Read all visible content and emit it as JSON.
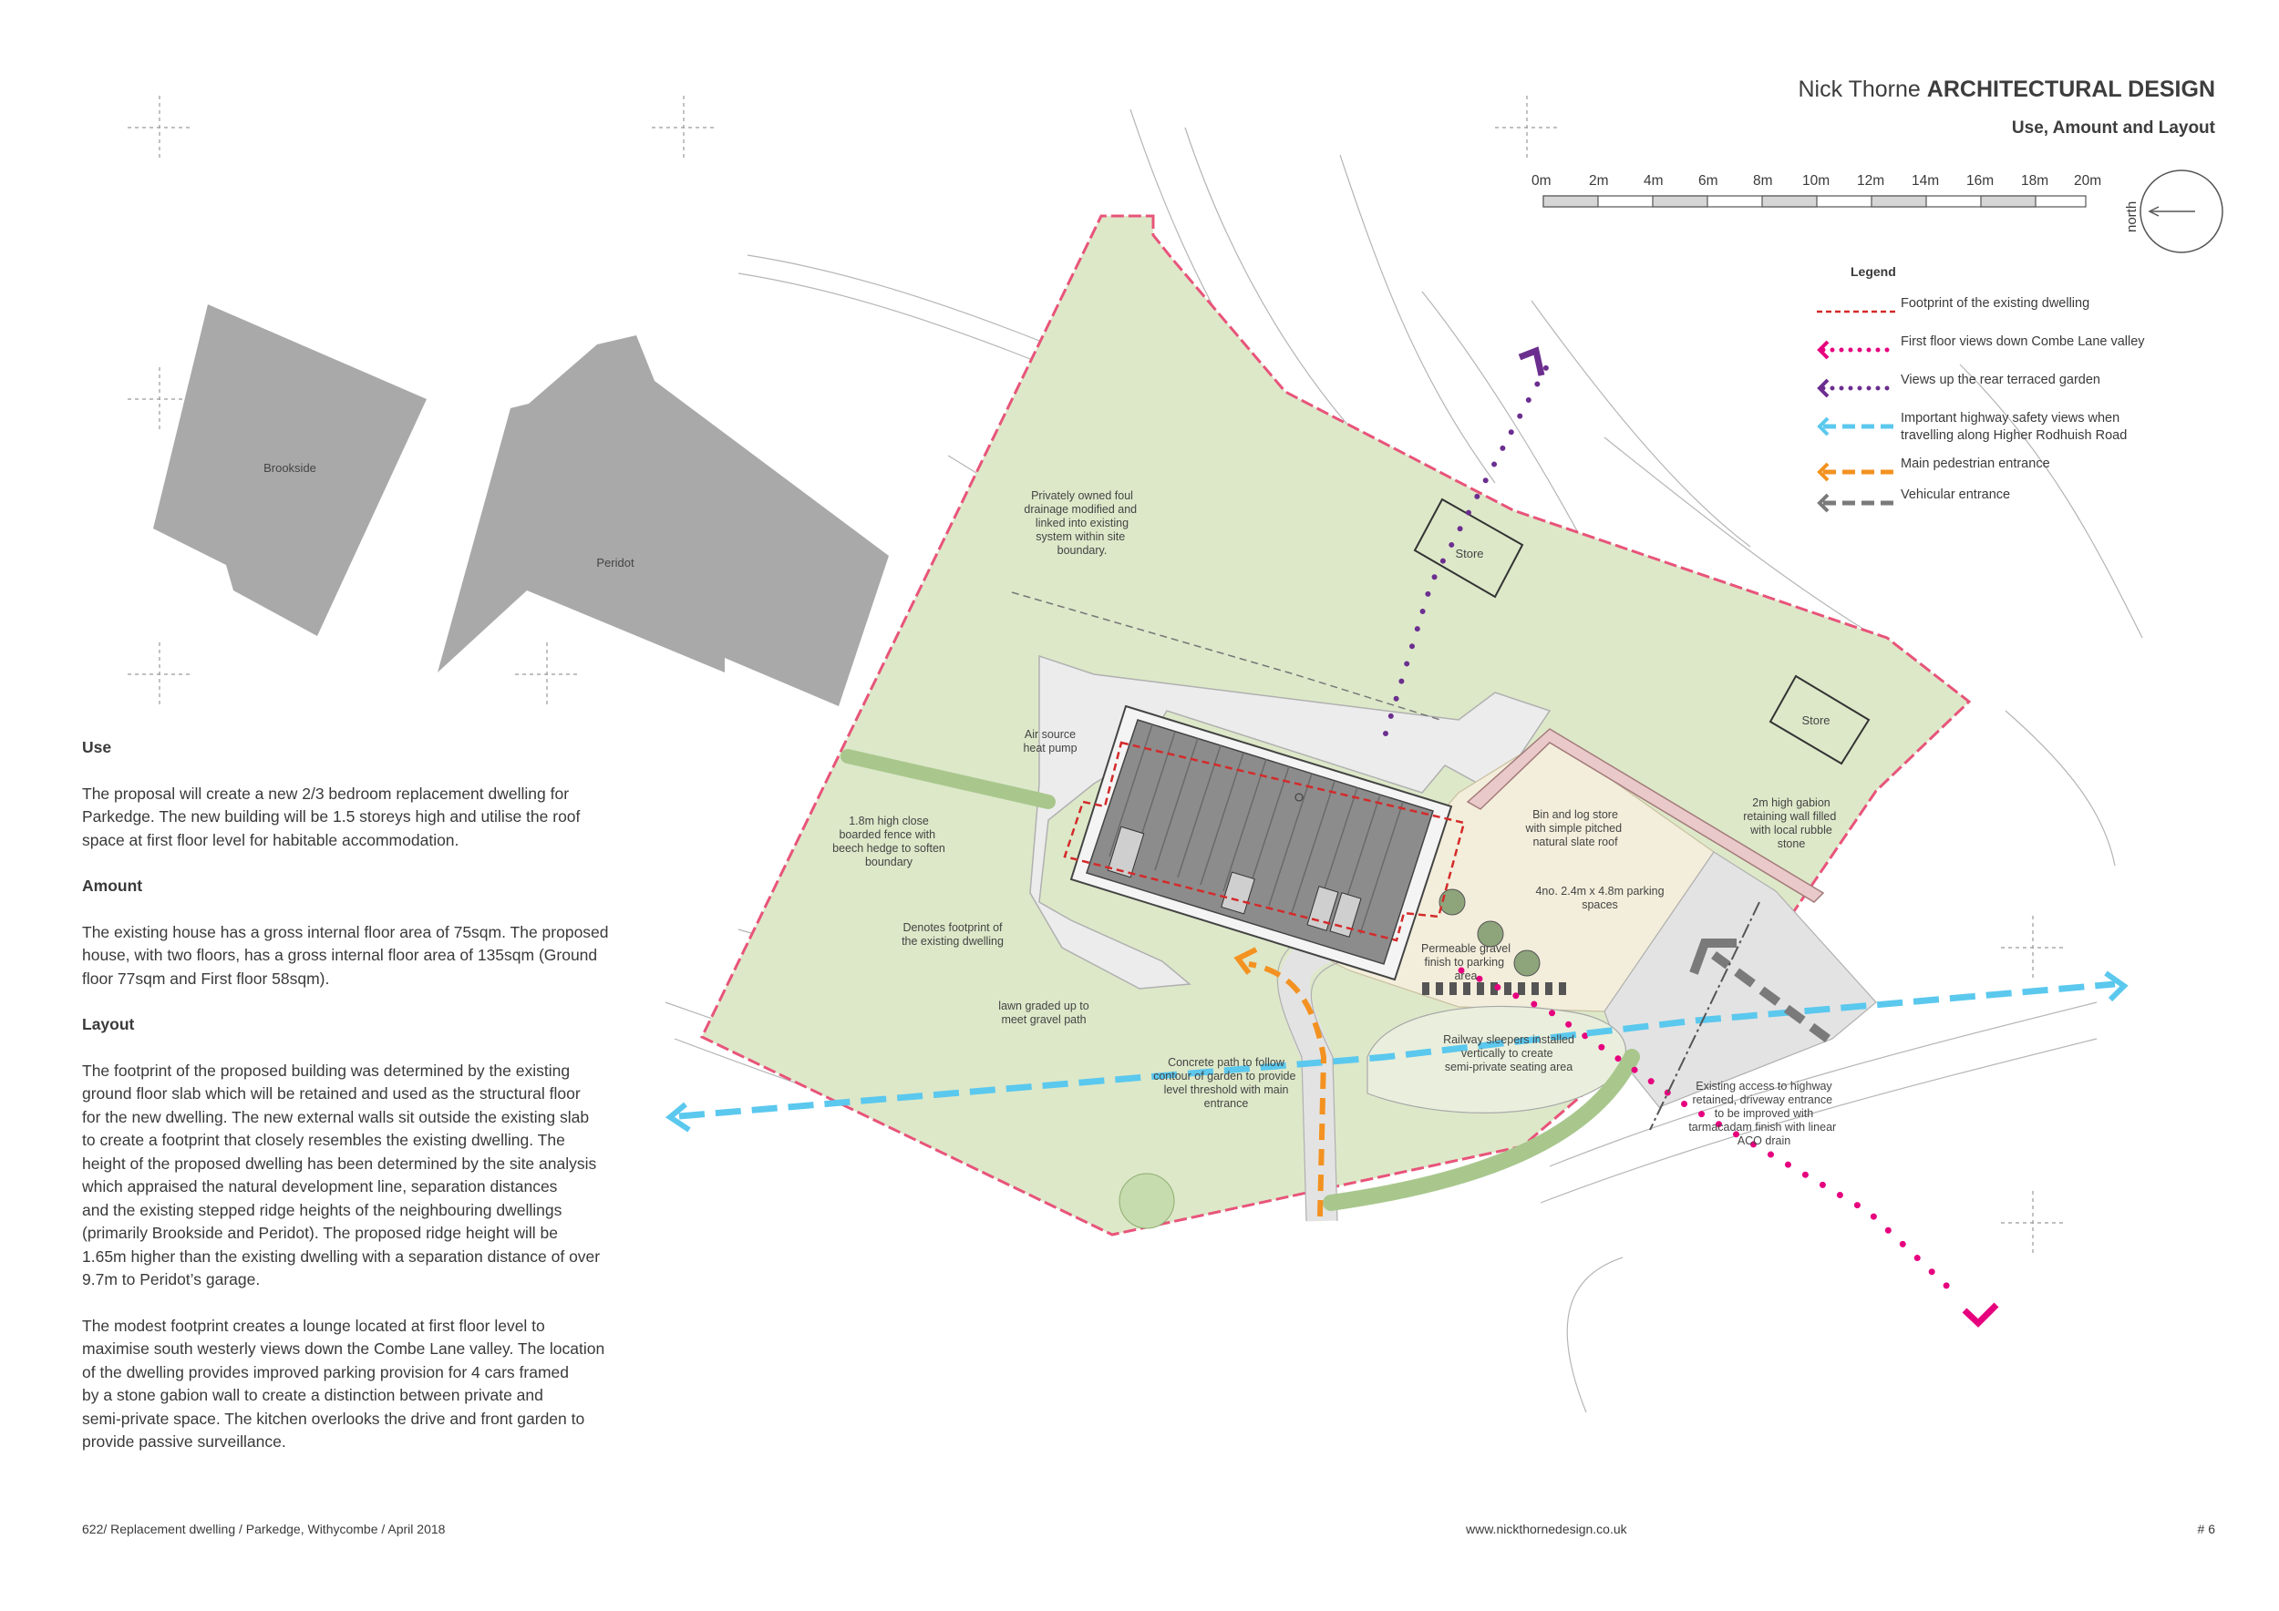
{
  "header": {
    "firm_name_prefix": "Nick Thorne",
    "firm_name_suffix": "ARCHITECTURAL DESIGN",
    "subtitle": "Use, Amount and Layout"
  },
  "scale_bar": {
    "labels": [
      "0m",
      "2m",
      "4m",
      "6m",
      "8m",
      "10m",
      "12m",
      "14m",
      "16m",
      "18m",
      "20m"
    ]
  },
  "north_label": "north",
  "legend": {
    "title": "Legend",
    "items": [
      {
        "label": "Footprint of the existing dwelling",
        "color": "#d42a2a",
        "style": "dashed-red"
      },
      {
        "label": "First floor views down Combe Lane valley",
        "color": "#e6007e",
        "style": "dotted-arrow"
      },
      {
        "label": "Views up the rear terraced garden",
        "color": "#6b2e8f",
        "style": "dotted-arrow"
      },
      {
        "label": "Important highway safety views when travelling along Higher Rodhuish Road",
        "color": "#5bc8ee",
        "style": "dashed-double-arrow"
      },
      {
        "label": "Main pedestrian entrance",
        "color": "#f39221",
        "style": "dashed-arrow"
      },
      {
        "label": "Vehicular entrance",
        "color": "#7a7a7a",
        "style": "dashed-arrow"
      }
    ]
  },
  "text": {
    "use_heading": "Use",
    "use_body": "The proposal will create a new 2/3 bedroom replacement dwelling for\nParkedge. The new building will be 1.5 storeys high and utilise the roof\nspace at first floor level for habitable accommodation.",
    "amount_heading": "Amount",
    "amount_body": "The existing house has a gross internal floor area of 75sqm. The proposed\nhouse, with two floors, has a gross internal floor area of 135sqm (Ground\nfloor 77sqm and First floor 58sqm).",
    "layout_heading": "Layout",
    "layout_body_1": "The footprint of the proposed building was determined by the existing\nground floor slab which will be retained and used as the structural floor\nfor the new dwelling. The new external walls sit outside the existing slab\nto create a footprint that closely resembles the existing dwelling. The\nheight of the proposed dwelling has been determined by the site analysis\nwhich appraised the natural development line, separation distances\nand the existing stepped ridge heights of the neighbouring dwellings\n(primarily Brookside and Peridot). The proposed ridge height will be\n1.65m higher than the existing dwelling with a separation distance of over\n9.7m to Peridot’s garage.",
    "layout_body_2": "The modest footprint creates a lounge located at first floor level to\nmaximise south westerly views down the Combe Lane valley. The location\nof the dwelling provides improved parking provision for 4 cars framed\nby a stone gabion wall to create a distinction between private and\nsemi-private space. The kitchen overlooks the drive and front garden to\nprovide passive surveillance."
  },
  "plan": {
    "neighbour_1": "Brookside",
    "neighbour_2": "Peridot",
    "store_1": "Store",
    "store_2": "Store",
    "note_drainage": [
      "Privately owned foul",
      "drainage modified and",
      "linked into existing",
      "system within site",
      "boundary."
    ],
    "note_heat_pump": [
      "Air source",
      "heat pump"
    ],
    "note_fence": [
      "1.8m high close",
      "boarded fence with",
      "beech hedge to soften",
      "boundary"
    ],
    "note_footprint": [
      "Denotes footprint of",
      "the existing dwelling"
    ],
    "note_lawn": [
      "lawn graded up to",
      "meet gravel path"
    ],
    "note_concrete": [
      "Concrete path to follow",
      "contour of garden to provide",
      "level threshold with main",
      "entrance"
    ],
    "note_bin_store": [
      "Bin and log store",
      "with simple pitched",
      "natural slate roof"
    ],
    "note_gabion": [
      "2m high gabion",
      "retaining wall filled",
      "with local rubble",
      "stone"
    ],
    "note_parking": [
      "4no. 2.4m x 4.8m parking",
      "spaces"
    ],
    "note_gravel": [
      "Permeable gravel",
      "finish to parking",
      "area"
    ],
    "note_sleepers": [
      "Railway sleepers installed",
      "vertically to create",
      "semi-private seating area"
    ],
    "note_access": [
      "Existing access to highway",
      "retained, driveway entrance",
      "to be improved with",
      "tarmacadam finish with linear",
      "ACO drain"
    ]
  },
  "footer": {
    "project": "622/ Replacement dwelling / Parkedge, Withycombe / April 2018",
    "website": "www.nickthornedesign.co.uk",
    "page": "# 6"
  },
  "colors": {
    "site_green": "#dde8c9",
    "boundary_pink": "#e8547a",
    "neighbour_grey": "#a9a9a9",
    "roof_grey": "#8c8c8c",
    "gravel": "#f3eedb",
    "paving": "#ececec"
  }
}
